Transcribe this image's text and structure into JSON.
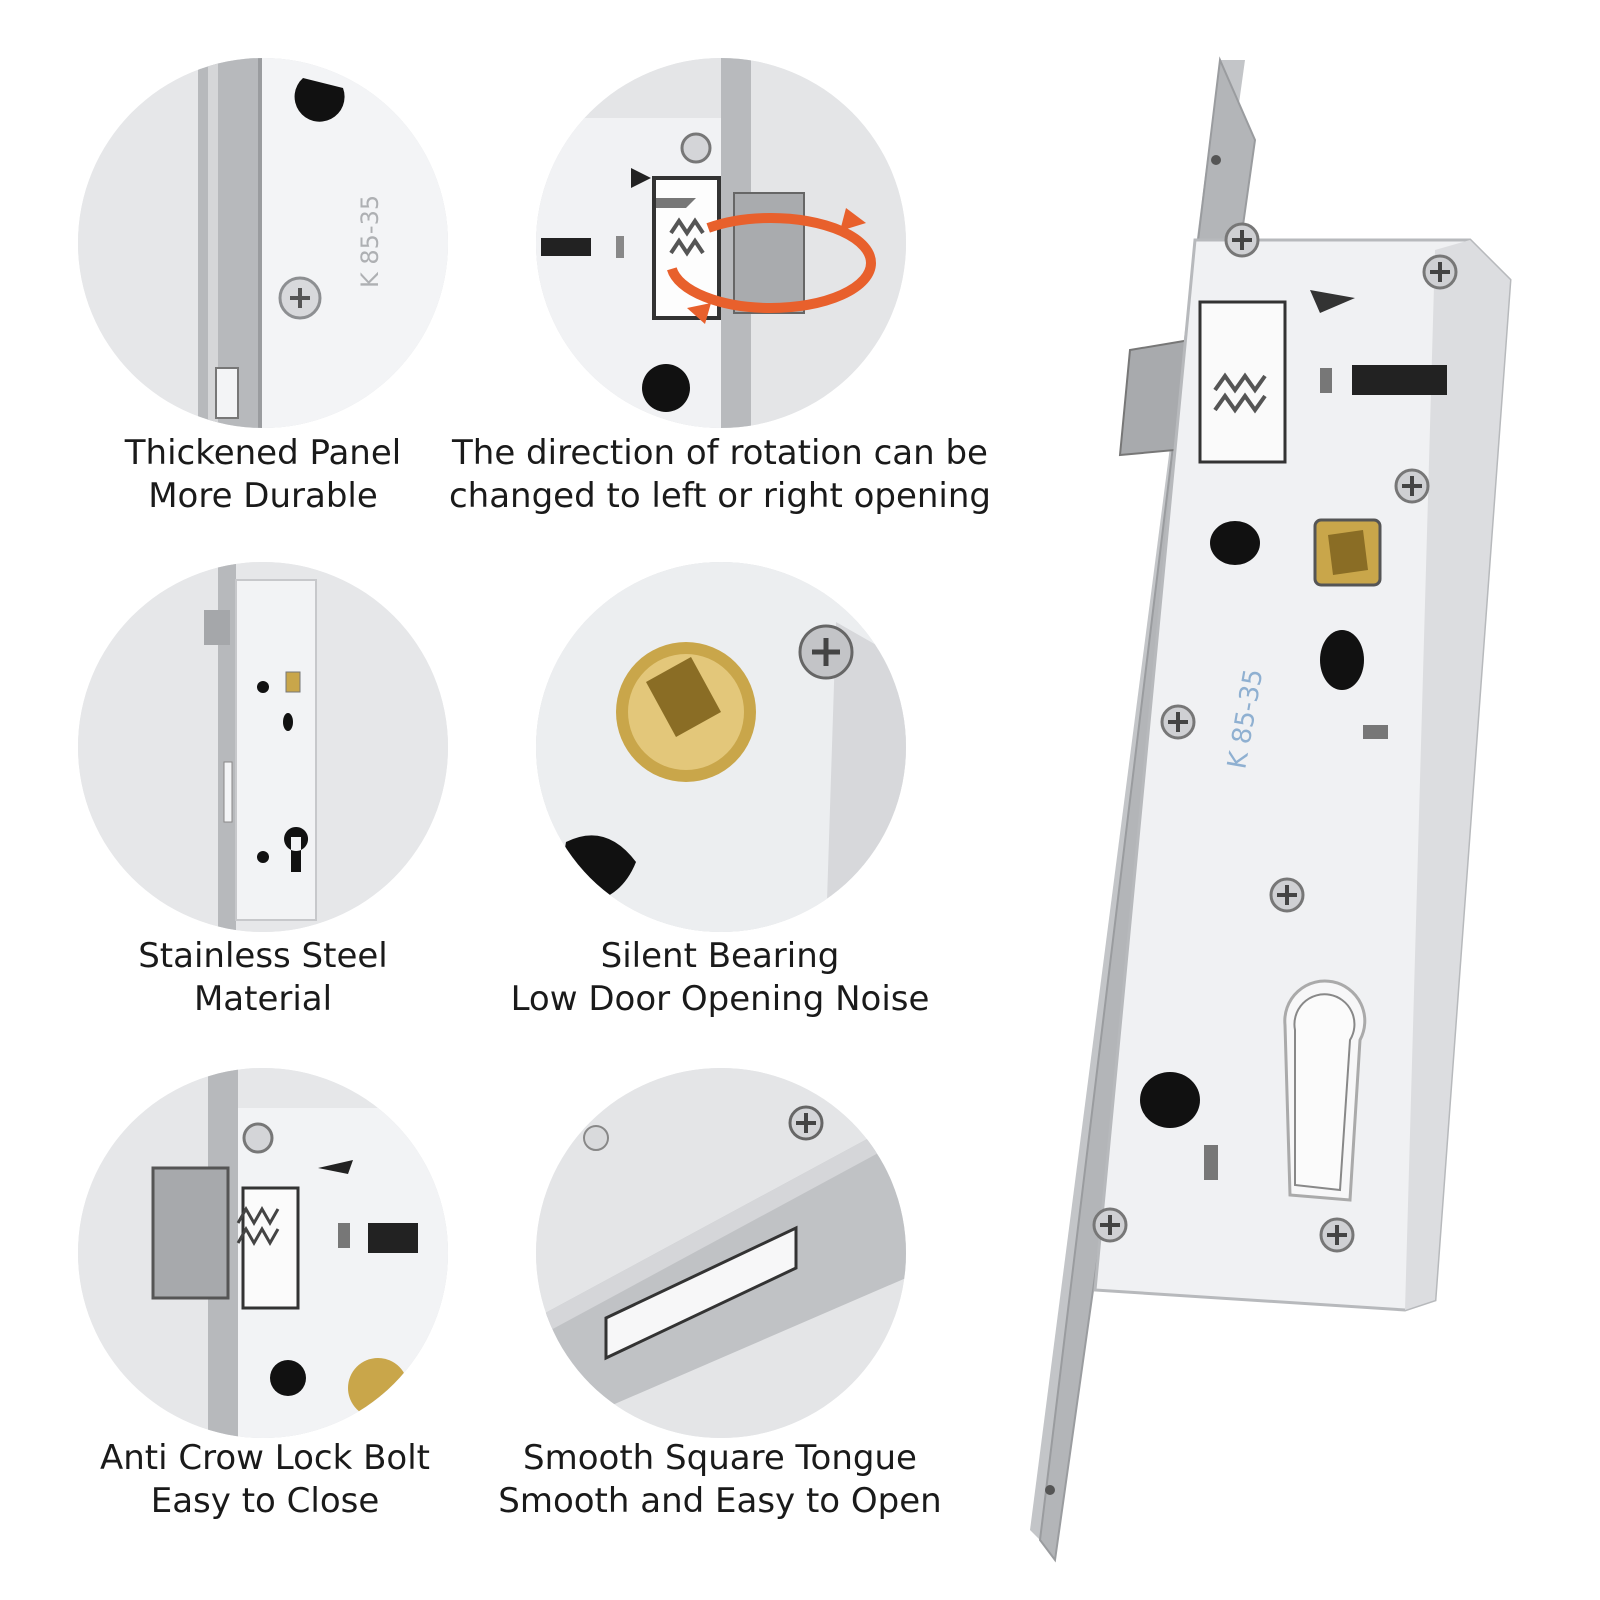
{
  "features": [
    {
      "id": "thickened-panel",
      "line1": "Thickened Panel",
      "line2": "More Durable",
      "engraving": "K 85-35"
    },
    {
      "id": "rotation",
      "line1": "The direction of rotation can be",
      "line2": "changed to left or right opening"
    },
    {
      "id": "stainless",
      "line1": "Stainless Steel",
      "line2": "Material"
    },
    {
      "id": "silent-bearing",
      "line1": "Silent Bearing",
      "line2": "Low Door Opening Noise"
    },
    {
      "id": "anti-crow",
      "line1": "Anti Crow Lock Bolt",
      "line2": "Easy to Close"
    },
    {
      "id": "square-tongue",
      "line1": "Smooth Square Tongue",
      "line2": "Smooth and Easy to Open"
    }
  ],
  "main_product": {
    "engraving": "K 85-35"
  },
  "colors": {
    "background": "#ffffff",
    "circle": "#e4e5e7",
    "steel": "#b9bbbe",
    "plate": "#f2f3f5",
    "brass": "#c9a64a",
    "arrow": "#e8602c",
    "text": "#1a1a1a"
  }
}
